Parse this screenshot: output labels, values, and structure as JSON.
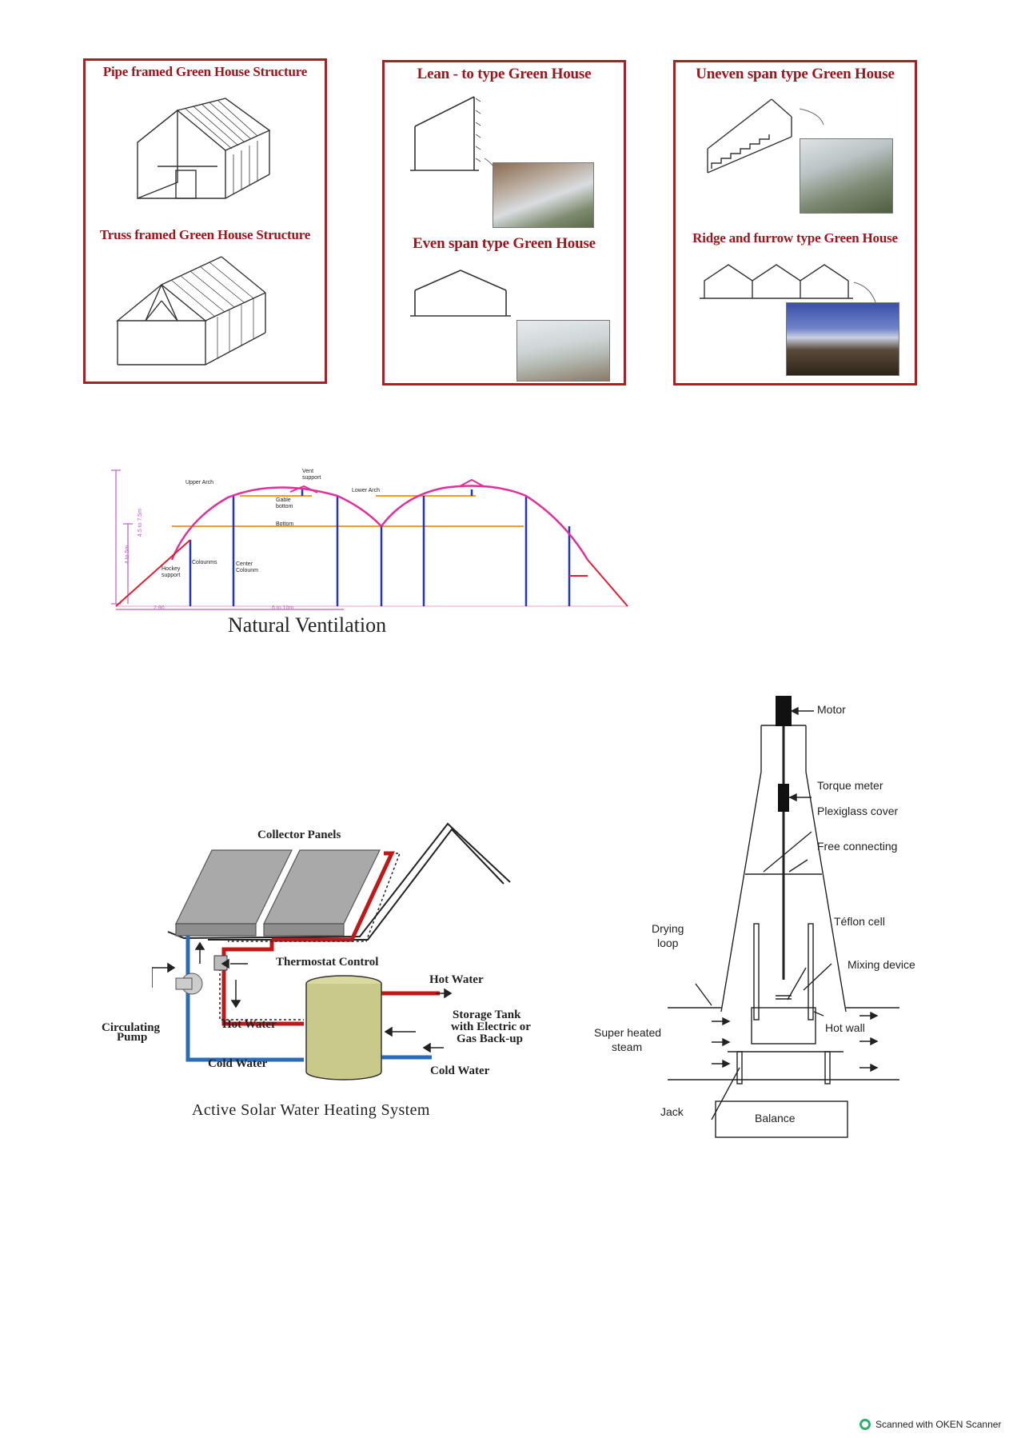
{
  "panels": {
    "pipe_title": "Pipe framed Green House Structure",
    "truss_title": "Truss framed Green House Structure",
    "lean_title": "Lean - to type Green House",
    "even_title": "Even span type Green House",
    "uneven_title": "Uneven span type Green House",
    "ridge_title": "Ridge and furrow type Green House"
  },
  "ventilation": {
    "caption": "Natural Ventilation",
    "labels": {
      "upper_arch": "Upper Arch",
      "vent_support": "Vent support",
      "lower_arch": "Lower Arch",
      "gable_bottom": "Gable bottom",
      "bottom": "Bottom",
      "colounms": "Colounms",
      "hockey_support": "Hockey support",
      "center_colounm": "Center Colounm",
      "dim_left": "2.90",
      "dim_span": "6 to 10m",
      "dim_h1": "4 to 5m",
      "dim_h2": "4.5 to 7.5m"
    }
  },
  "solar": {
    "caption": "Active Solar Water Heating System",
    "collector": "Collector Panels",
    "thermostat": "Thermostat Control",
    "hot_water_out": "Hot Water",
    "hot_water_in": "Hot Water",
    "storage_line1": "Storage Tank",
    "storage_line2": "with Electric or",
    "storage_line3": "Gas Back-up",
    "cold_water_in": "Cold Water",
    "cold_water_out": "Cold Water",
    "pump_line1": "Circulating",
    "pump_line2": "Pump"
  },
  "dryer": {
    "motor": "Motor",
    "torque": "Torque meter",
    "plexi": "Plexiglass cover",
    "free": "Free connecting",
    "teflon": "Téflon cell",
    "mixing": "Mixing device",
    "hotwall": "Hot wall",
    "drying_line1": "Drying",
    "drying_line2": "loop",
    "steam_line1": "Super heated",
    "steam_line2": "steam",
    "jack": "Jack",
    "balance": "Balance"
  },
  "footer": {
    "scanner": "Scanned with OKEN Scanner"
  },
  "colors": {
    "frame_red": "#b01c24",
    "arch_pink": "#e0309a",
    "column_blue": "#2233cc",
    "bar_orange": "#f39a2a",
    "tank_olive": "#c9c98a"
  }
}
